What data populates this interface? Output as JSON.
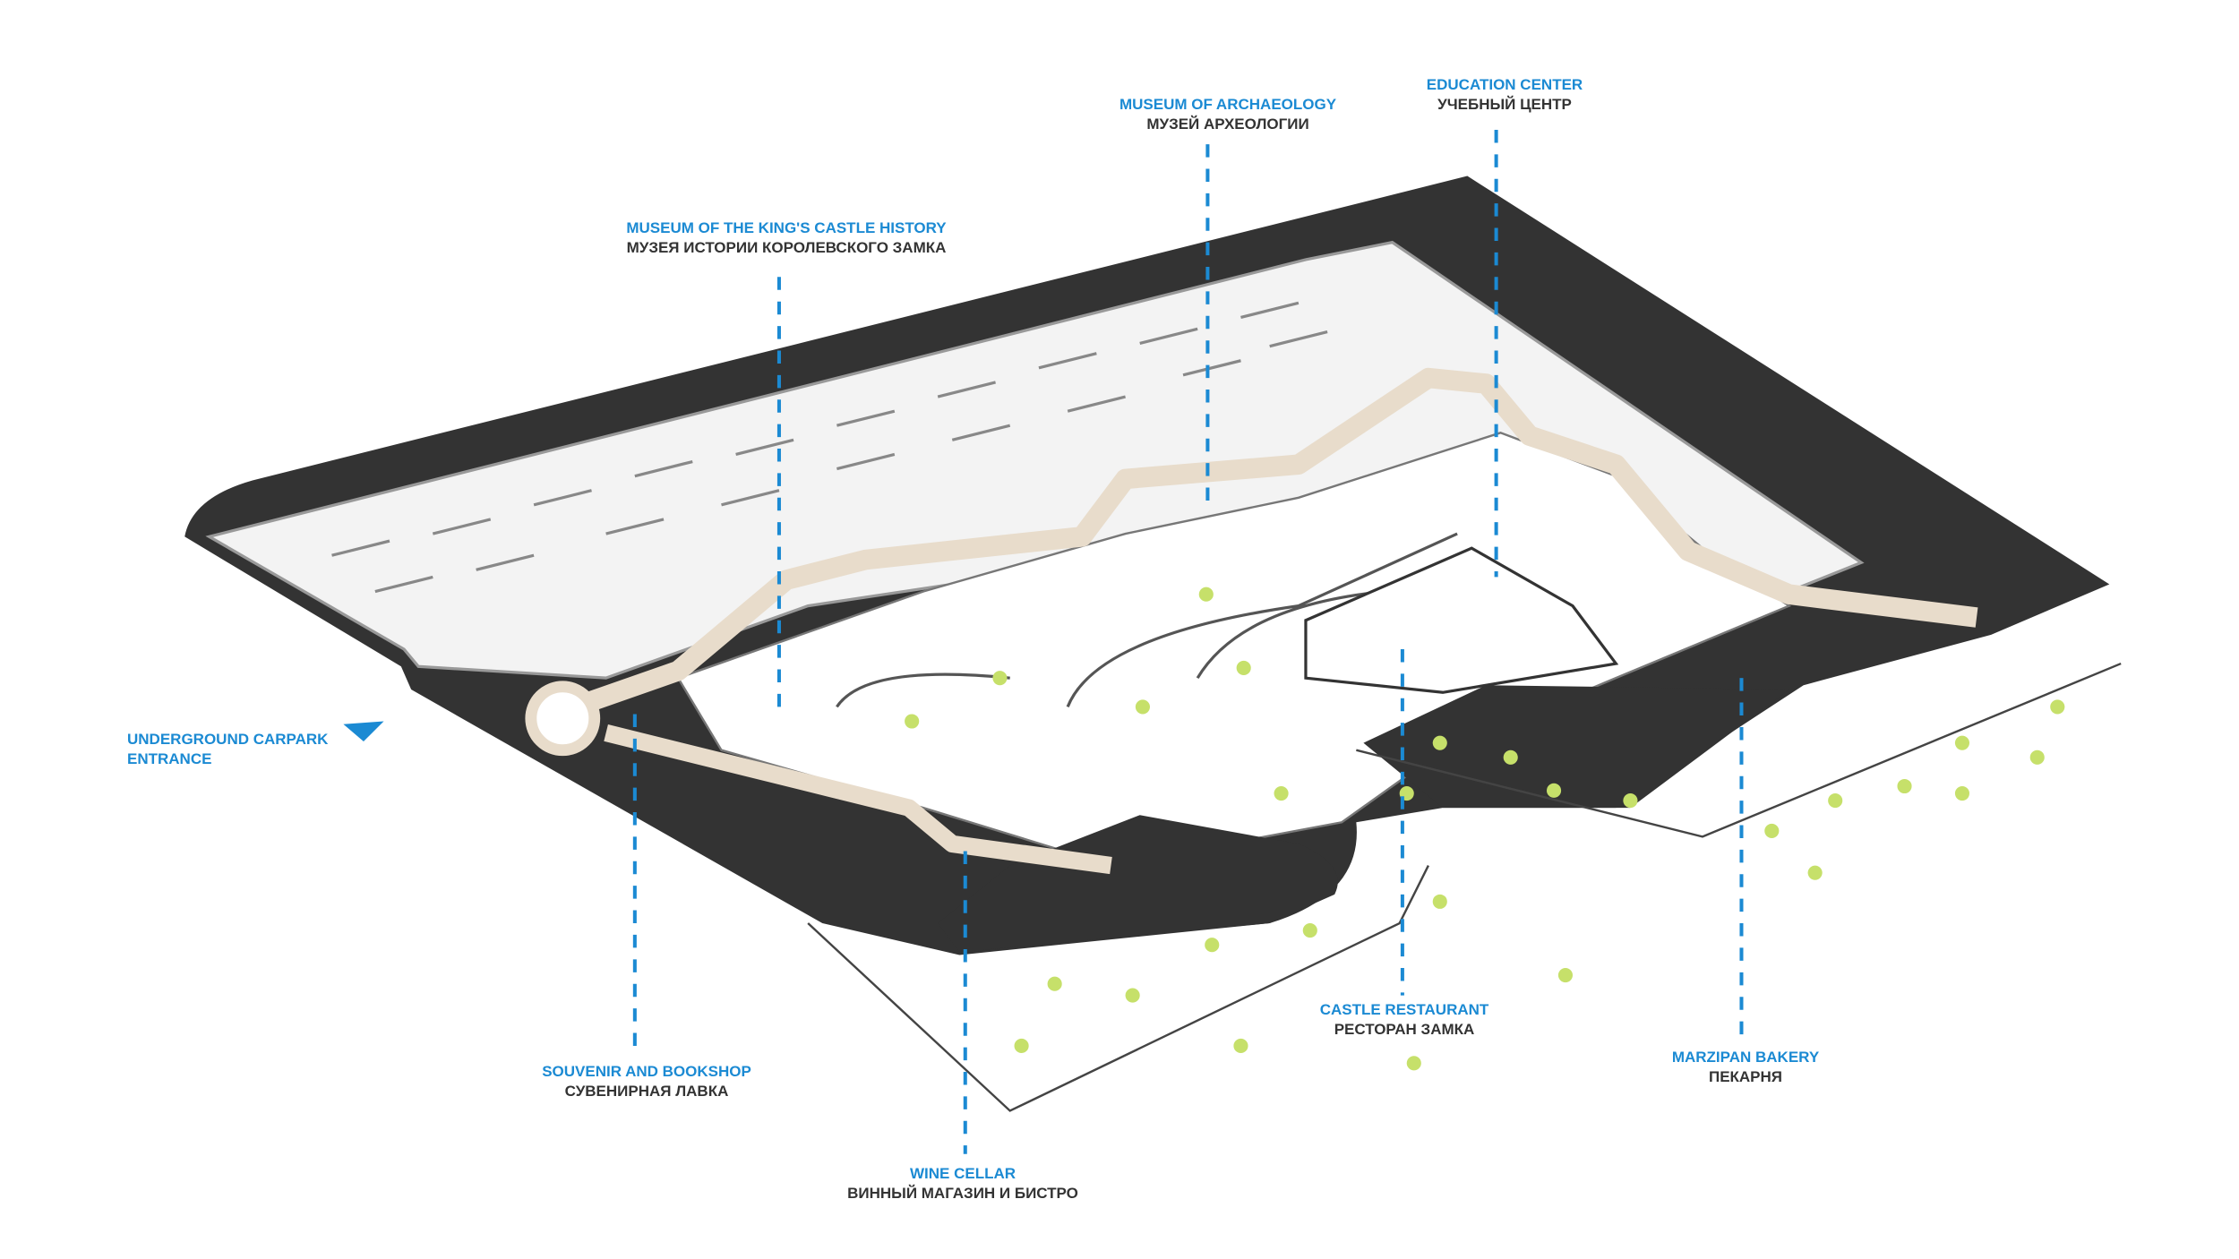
{
  "colors": {
    "accent": "#1b8ad3",
    "label_dark": "#333333",
    "platform": "#333333",
    "building": "#e8dccb",
    "tree": "#c6e06a"
  },
  "labels": {
    "kings_castle": {
      "en": "MUSEUM OF THE KING'S CASTLE HISTORY",
      "ru": "МУЗЕЯ ИСТОРИИ КОРОЛЕВСКОГО ЗАМКА"
    },
    "archaeology": {
      "en": "MUSEUM OF ARCHAEOLOGY",
      "ru": "МУЗЕЙ АРХЕОЛОГИИ"
    },
    "education": {
      "en": "EDUCATION CENTER",
      "ru": "УЧЕБНЫЙ ЦЕНТР"
    },
    "carpark": {
      "en_line1": "UNDERGROUND CARPARK",
      "en_line2": "ENTRANCE"
    },
    "souvenir": {
      "en": "SOUVENIR AND BOOKSHOP",
      "ru": "СУВЕНИРНАЯ ЛАВКА"
    },
    "wine": {
      "en": "WINE CELLAR",
      "ru": "ВИННЫЙ МАГАЗИН И БИСТРО"
    },
    "restaurant": {
      "en": "CASTLE RESTAURANT",
      "ru": "РЕСТОРАН ЗАМКА"
    },
    "bakery": {
      "en": "MARZIPAN BAKERY",
      "ru": "ПЕКАРНЯ"
    }
  }
}
